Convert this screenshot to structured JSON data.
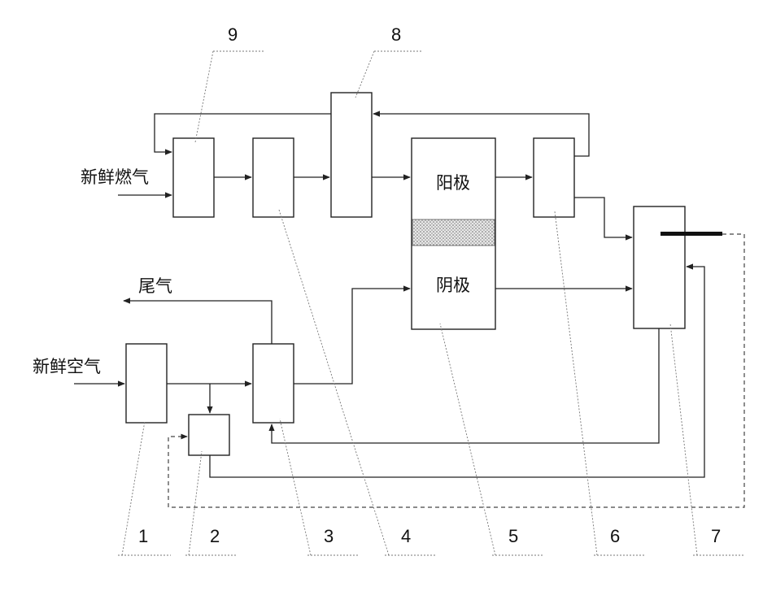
{
  "labels": {
    "fresh_fuel": "新鲜燃气",
    "fresh_air": "新鲜空气",
    "exhaust": "尾气",
    "anode": "阳极",
    "cathode": "阴极"
  },
  "numbers": {
    "n1": "1",
    "n2": "2",
    "n3": "3",
    "n4": "4",
    "n5": "5",
    "n6": "6",
    "n7": "7",
    "n8": "8",
    "n9": "9"
  }
}
